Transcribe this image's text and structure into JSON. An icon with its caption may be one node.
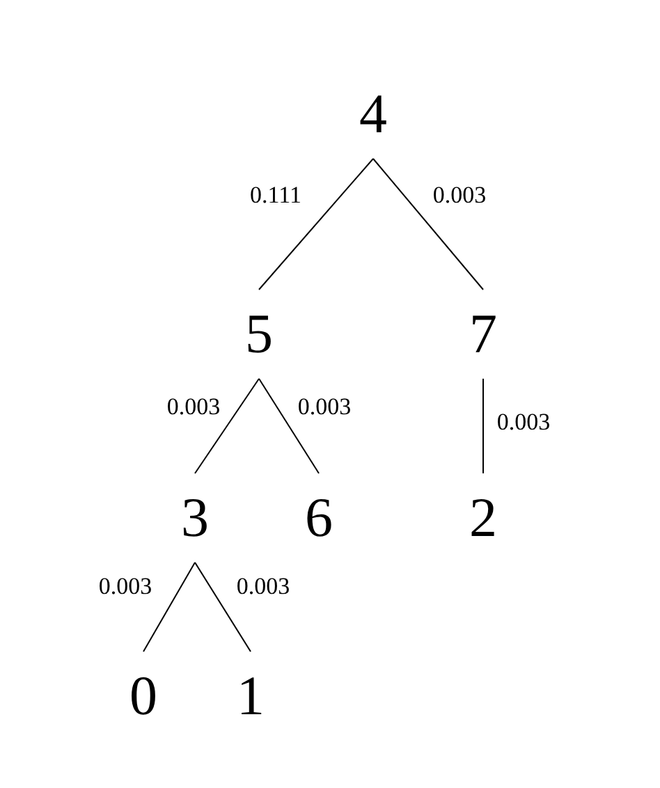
{
  "diagram": {
    "nodes": [
      {
        "text": [
          "4"
        ]
      },
      {
        "text": [
          "5"
        ]
      },
      {
        "text": [
          "7"
        ]
      },
      {
        "text": [
          "3"
        ]
      },
      {
        "text": [
          "6"
        ]
      },
      {
        "text": [
          "2"
        ]
      },
      {
        "text": [
          "0"
        ]
      },
      {
        "text": [
          "1"
        ]
      }
    ],
    "edges": [
      {
        "from": 0,
        "to": 1,
        "arrow": "none",
        "label": "0.111"
      },
      {
        "from": 0,
        "to": 2,
        "arrow": "none",
        "label": "0.003"
      },
      {
        "from": 1,
        "to": 3,
        "arrow": "none",
        "label": "0.003"
      },
      {
        "from": 1,
        "to": 4,
        "arrow": "none",
        "label": "0.003"
      },
      {
        "from": 2,
        "to": 5,
        "arrow": "none",
        "label": "0.003"
      },
      {
        "from": 3,
        "to": 6,
        "arrow": "none",
        "label": "0.003"
      },
      {
        "from": 3,
        "to": 7,
        "arrow": "none",
        "label": "0.003"
      }
    ]
  }
}
